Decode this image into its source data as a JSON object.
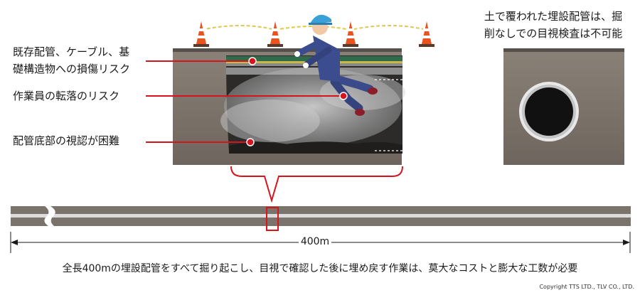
{
  "risks": [
    {
      "lines": [
        "既存配管、ケーブル、基",
        "礎構造物への損傷リスク"
      ]
    },
    {
      "lines": [
        "作業員の転落のリスク"
      ]
    },
    {
      "lines": [
        "配管底部の視認が困難"
      ]
    }
  ],
  "buried_note": {
    "lines": [
      "土で覆われた埋設配管は、掘",
      "削なしでの目視検査は不可能"
    ]
  },
  "length_label": "400m",
  "summary": "全長400mの埋設配管をすべて掘り起こし、目視で確認した後に埋め戻す作業は、莫大なコストと膨大な工数が必要",
  "copyright": "Copyright TTS LTD., TLV CO., LTD.",
  "colors": {
    "accent": "#d7141e",
    "soil": "#7a736b",
    "pipe": "#dcdcdc"
  },
  "icons": [
    "traffic-cone-icon",
    "worker-figure",
    "pipe-cross-section-icon",
    "arrow-head-icon"
  ]
}
